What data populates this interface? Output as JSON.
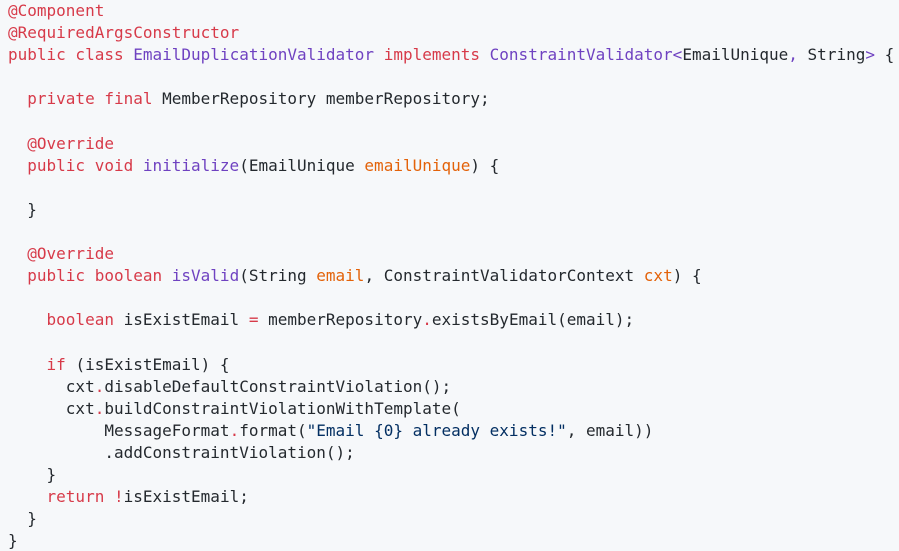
{
  "colors": {
    "background": "#f6f8fa",
    "plain": "#24292e",
    "keyword": "#d73a49",
    "type": "#6f42c1",
    "parameter": "#e36209",
    "string": "#032f62"
  },
  "code": {
    "language": "java",
    "lines": [
      [
        {
          "t": "@Component",
          "c": "kw"
        }
      ],
      [
        {
          "t": "@RequiredArgsConstructor",
          "c": "kw"
        }
      ],
      [
        {
          "t": "public class ",
          "c": "kw"
        },
        {
          "t": "EmailDuplicationValidator",
          "c": "ty"
        },
        {
          "t": " implements ",
          "c": "kw"
        },
        {
          "t": "ConstraintValidator<",
          "c": "ty"
        },
        {
          "t": "EmailUnique",
          "c": "pl"
        },
        {
          "t": ", ",
          "c": "ty"
        },
        {
          "t": "String",
          "c": "pl"
        },
        {
          "t": "> ",
          "c": "ty"
        },
        {
          "t": "{",
          "c": "pl"
        }
      ],
      [],
      [
        {
          "t": "  ",
          "c": "pl"
        },
        {
          "t": "private final ",
          "c": "kw"
        },
        {
          "t": "MemberRepository memberRepository;",
          "c": "pl"
        }
      ],
      [],
      [
        {
          "t": "  ",
          "c": "pl"
        },
        {
          "t": "@Override",
          "c": "kw"
        }
      ],
      [
        {
          "t": "  ",
          "c": "pl"
        },
        {
          "t": "public void ",
          "c": "kw"
        },
        {
          "t": "initialize",
          "c": "ty"
        },
        {
          "t": "(EmailUnique ",
          "c": "pl"
        },
        {
          "t": "emailUnique",
          "c": "pa"
        },
        {
          "t": ") {",
          "c": "pl"
        }
      ],
      [],
      [
        {
          "t": "  }",
          "c": "pl"
        }
      ],
      [],
      [
        {
          "t": "  ",
          "c": "pl"
        },
        {
          "t": "@Override",
          "c": "kw"
        }
      ],
      [
        {
          "t": "  ",
          "c": "pl"
        },
        {
          "t": "public boolean ",
          "c": "kw"
        },
        {
          "t": "isValid",
          "c": "ty"
        },
        {
          "t": "(String ",
          "c": "pl"
        },
        {
          "t": "email",
          "c": "pa"
        },
        {
          "t": ", ConstraintValidatorContext ",
          "c": "pl"
        },
        {
          "t": "cxt",
          "c": "pa"
        },
        {
          "t": ") {",
          "c": "pl"
        }
      ],
      [],
      [
        {
          "t": "    ",
          "c": "pl"
        },
        {
          "t": "boolean ",
          "c": "kw"
        },
        {
          "t": "isExistEmail ",
          "c": "pl"
        },
        {
          "t": "=",
          "c": "kw"
        },
        {
          "t": " memberRepository",
          "c": "pl"
        },
        {
          "t": ".",
          "c": "kw"
        },
        {
          "t": "existsByEmail(email);",
          "c": "pl"
        }
      ],
      [],
      [
        {
          "t": "    ",
          "c": "pl"
        },
        {
          "t": "if ",
          "c": "kw"
        },
        {
          "t": "(isExistEmail) {",
          "c": "pl"
        }
      ],
      [
        {
          "t": "      cxt",
          "c": "pl"
        },
        {
          "t": ".",
          "c": "kw"
        },
        {
          "t": "disableDefaultConstraintViolation();",
          "c": "pl"
        }
      ],
      [
        {
          "t": "      cxt",
          "c": "pl"
        },
        {
          "t": ".",
          "c": "kw"
        },
        {
          "t": "buildConstraintViolationWithTemplate(",
          "c": "pl"
        }
      ],
      [
        {
          "t": "          MessageFormat",
          "c": "pl"
        },
        {
          "t": ".",
          "c": "kw"
        },
        {
          "t": "format(",
          "c": "pl"
        },
        {
          "t": "\"Email {0} already exists!\"",
          "c": "st"
        },
        {
          "t": ", email))",
          "c": "pl"
        }
      ],
      [
        {
          "t": "          .addConstraintViolation();",
          "c": "pl"
        }
      ],
      [
        {
          "t": "    }",
          "c": "pl"
        }
      ],
      [
        {
          "t": "    ",
          "c": "pl"
        },
        {
          "t": "return ",
          "c": "kw"
        },
        {
          "t": "!",
          "c": "kw"
        },
        {
          "t": "isExistEmail;",
          "c": "pl"
        }
      ],
      [
        {
          "t": "  }",
          "c": "pl"
        }
      ],
      [
        {
          "t": "}",
          "c": "pl"
        }
      ]
    ]
  }
}
